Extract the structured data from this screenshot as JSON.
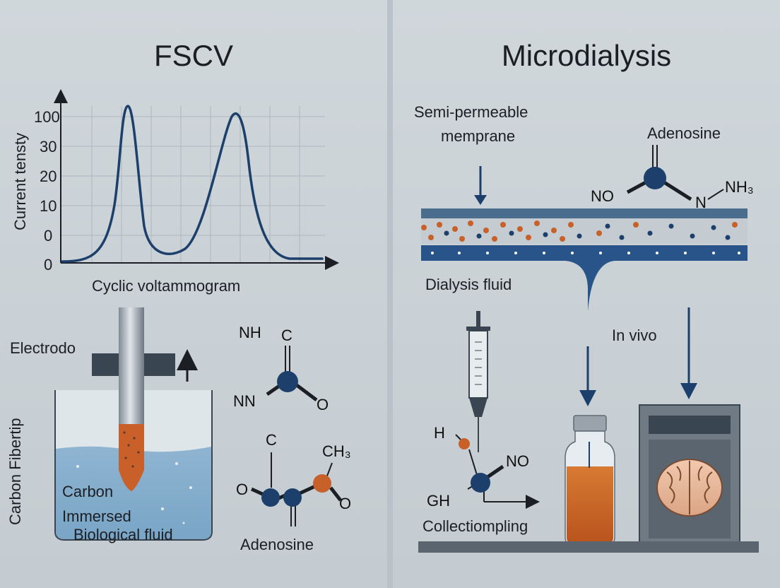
{
  "left": {
    "title": "FSCV",
    "chart": {
      "ylabel": "Current tensty",
      "yticks": [
        "100",
        "30",
        "20",
        "10",
        "0",
        "0"
      ],
      "xlabel": "Cyclic voltammogram"
    },
    "electrode_label": "Electrodo",
    "side_label": "Carbon Fibertip",
    "carbon_label": "Carbon",
    "immersed_label": "Immersed",
    "fluid_label": "Biological fluid",
    "molecule1": {
      "nh": "NH",
      "c": "C",
      "nn": "NN",
      "o": "O"
    },
    "molecule2": {
      "c": "C",
      "ch3": "CH₃",
      "o1": "O",
      "o2": "O"
    },
    "adenosine_label": "Adenosine"
  },
  "right": {
    "title": "Microdialysis",
    "membrane_label_line1": "Semi-permeable",
    "membrane_label_line2": "memprane",
    "adenosine_label": "Adenosine",
    "molecule": {
      "no": "NO",
      "n": "N",
      "nh3": "NH₃"
    },
    "dialysis_label": "Dialysis fluid",
    "in_vivo_label": "In vivo",
    "mol2": {
      "h": "H",
      "no": "NO",
      "gh": "GH"
    },
    "collect_label": "Collectiompling"
  },
  "colors": {
    "navy": "#1d3f6b",
    "orange": "#c8602a",
    "water": "#8fb3cf",
    "panel": "#c9d1d6"
  }
}
